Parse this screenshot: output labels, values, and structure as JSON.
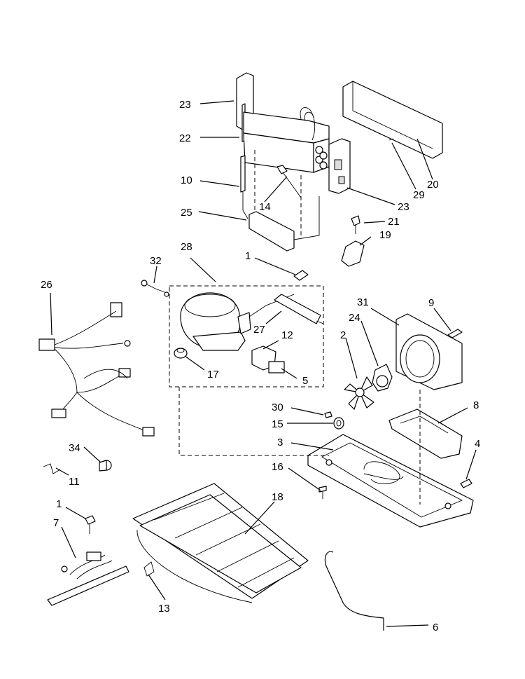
{
  "callouts": [
    {
      "id": "c23a",
      "text": "23"
    },
    {
      "id": "c22",
      "text": "22"
    },
    {
      "id": "c10",
      "text": "10"
    },
    {
      "id": "c14",
      "text": "14"
    },
    {
      "id": "c25",
      "text": "25"
    },
    {
      "id": "c20",
      "text": "20"
    },
    {
      "id": "c29",
      "text": "29"
    },
    {
      "id": "c23b",
      "text": "23"
    },
    {
      "id": "c21",
      "text": "21"
    },
    {
      "id": "c19",
      "text": "19"
    },
    {
      "id": "c28",
      "text": "28"
    },
    {
      "id": "c1a",
      "text": "1"
    },
    {
      "id": "c32",
      "text": "32"
    },
    {
      "id": "c26",
      "text": "26"
    },
    {
      "id": "c27",
      "text": "27"
    },
    {
      "id": "c12",
      "text": "12"
    },
    {
      "id": "c17",
      "text": "17"
    },
    {
      "id": "c5",
      "text": "5"
    },
    {
      "id": "c31",
      "text": "31"
    },
    {
      "id": "c9",
      "text": "9"
    },
    {
      "id": "c24",
      "text": "24"
    },
    {
      "id": "c2",
      "text": "2"
    },
    {
      "id": "c30",
      "text": "30"
    },
    {
      "id": "c15",
      "text": "15"
    },
    {
      "id": "c8",
      "text": "8"
    },
    {
      "id": "c3",
      "text": "3"
    },
    {
      "id": "c4",
      "text": "4"
    },
    {
      "id": "c16",
      "text": "16"
    },
    {
      "id": "c34",
      "text": "34"
    },
    {
      "id": "c11",
      "text": "11"
    },
    {
      "id": "c1b",
      "text": "1"
    },
    {
      "id": "c7",
      "text": "7"
    },
    {
      "id": "c18",
      "text": "18"
    },
    {
      "id": "c13",
      "text": "13"
    },
    {
      "id": "c6",
      "text": "6"
    }
  ]
}
